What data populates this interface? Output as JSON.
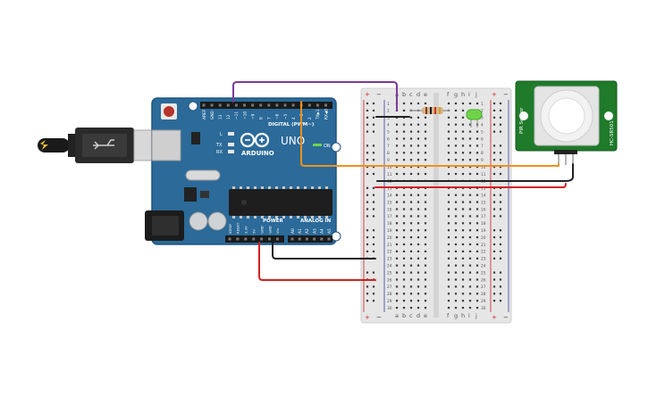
{
  "arduino": {
    "brand": "ARDUINO",
    "model": "UNO",
    "digital_header": "DIGITAL (PWM~)",
    "power_header": "POWER",
    "analog_header": "ANALOG IN",
    "on_label": "ON",
    "led_l": "L",
    "led_tx": "TX",
    "led_rx": "RX",
    "digital_pins": [
      "AREF",
      "GND",
      "13",
      "12",
      "~11",
      "~10",
      "~9",
      "8",
      "7",
      "~6",
      "~5",
      "4",
      "~3",
      "2",
      "TX▶1",
      "RX◀0"
    ],
    "power_pins": [
      "IOREF",
      "RESET",
      "3.3V",
      "5V",
      "GND",
      "GND",
      "Vin"
    ],
    "analog_pins": [
      "A0",
      "A1",
      "A2",
      "A3",
      "A4",
      "A5"
    ]
  },
  "breadboard": {
    "column_letters_left": [
      "a",
      "b",
      "c",
      "d",
      "e"
    ],
    "column_letters_right": [
      "f",
      "g",
      "h",
      "i",
      "j"
    ],
    "rows": 30,
    "rail_plus": "+",
    "rail_minus": "−"
  },
  "pir_sensor": {
    "label_1": "PIR Sensor",
    "label_2": "HC-SR501"
  },
  "colors": {
    "board_blue": "#2b6a99",
    "breadboard": "#e6e6e6",
    "pir_green": "#1f7a2a",
    "wire_purple": "#7b3a9a",
    "wire_orange": "#f0901c",
    "wire_red": "#d42020",
    "wire_black": "#222222",
    "led_green": "#6fd44a"
  }
}
